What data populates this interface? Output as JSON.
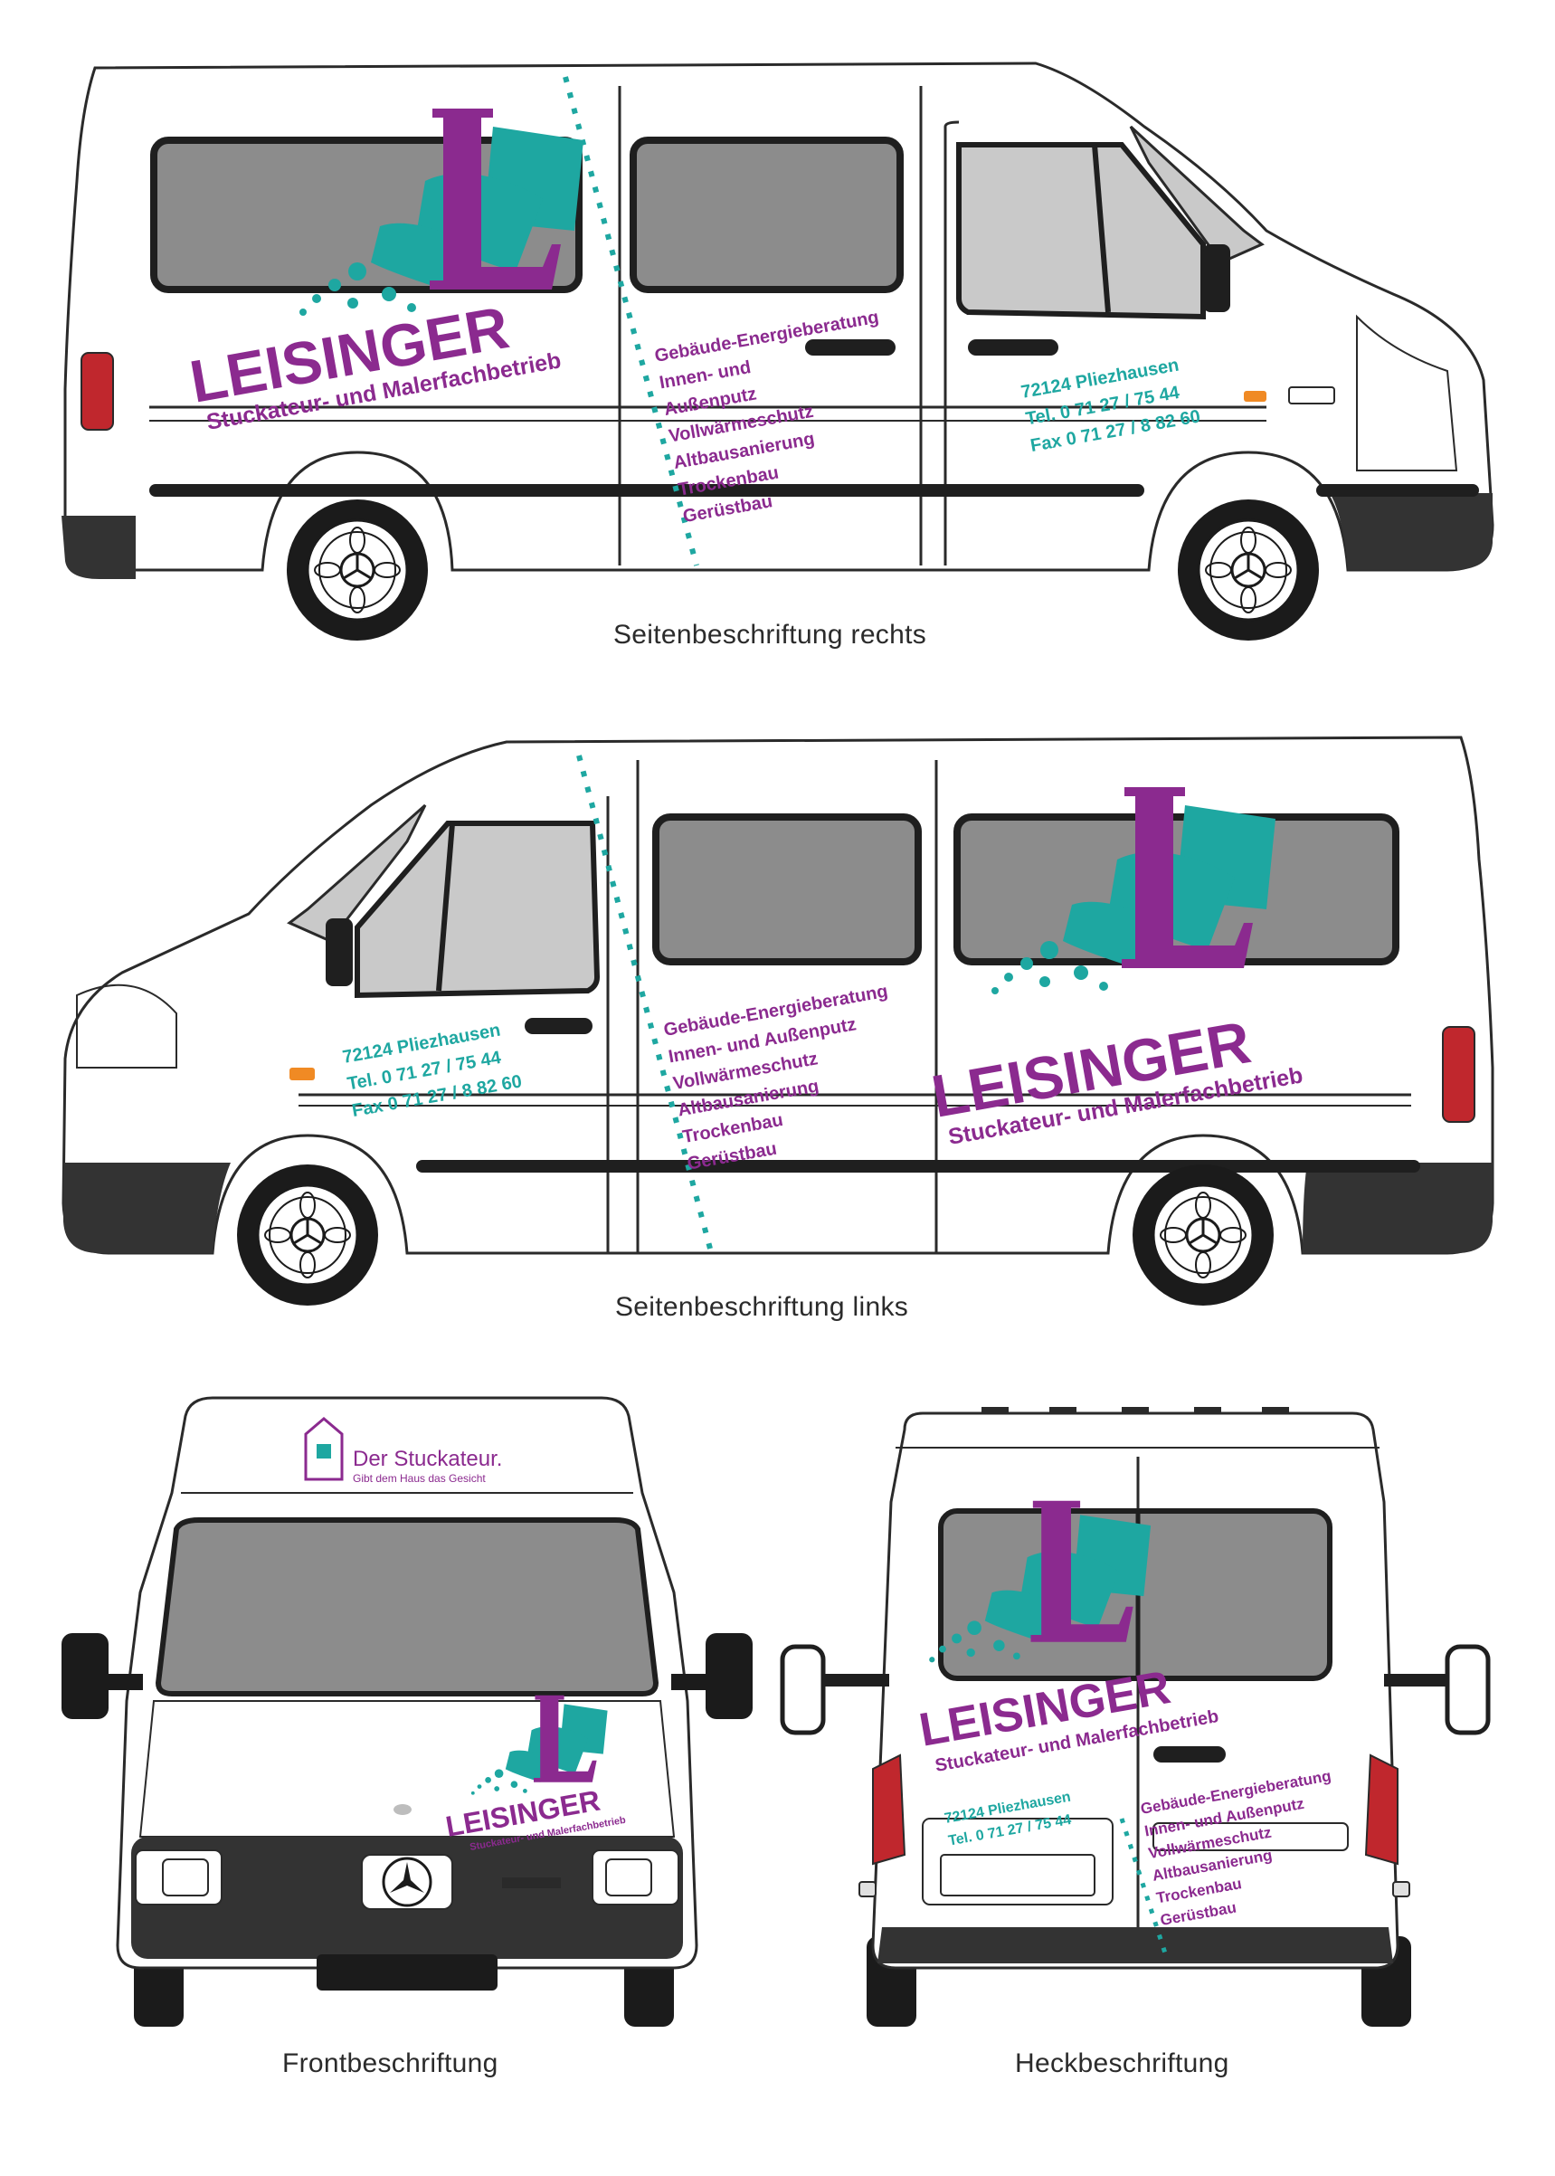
{
  "colors": {
    "brand_purple": "#8b2a8f",
    "brand_teal": "#1ea7a1",
    "glass": "#8c8c8c",
    "glass_light": "#c9c9c9",
    "bumper": "#333333",
    "taillight": "#c0272d",
    "indicator": "#f08a24"
  },
  "brand": {
    "name": "LEISINGER",
    "initial": "L",
    "tagline": "Stuckateur- und Malerfachbetrieb"
  },
  "services_right": [
    "Gebäude-Energieberatung",
    "Innen- und",
    "Außenputz",
    "Vollwärmeschutz",
    "Altbausanierung",
    "Trockenbau",
    "Gerüstbau"
  ],
  "services": [
    "Gebäude-Energieberatung",
    "Innen- und Außenputz",
    "Vollwärmeschutz",
    "Altbausanierung",
    "Trockenbau",
    "Gerüstbau"
  ],
  "contact": {
    "city": "72124 Pliezhausen",
    "tel": "Tel. 0 71 27 / 75 44",
    "fax": "Fax 0 71 27 / 8 82 60"
  },
  "roof_badge": {
    "title": "Der Stuckateur.",
    "subtitle": "Gibt dem Haus das Gesicht"
  },
  "captions": {
    "right": "Seitenbeschriftung rechts",
    "left": "Seitenbeschriftung links",
    "front": "Frontbeschriftung",
    "rear": "Heckbeschriftung"
  },
  "icons": [
    "mercedes-star-icon",
    "house-badge-icon",
    "brush-splash-logo-icon"
  ]
}
